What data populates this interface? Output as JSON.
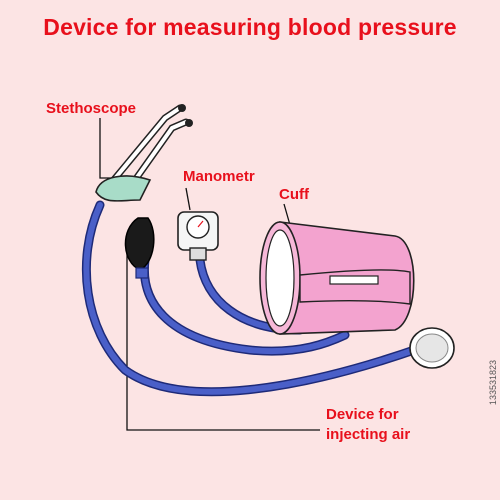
{
  "title": "Device for measuring blood pressure",
  "labels": {
    "stethoscope": "Stethoscope",
    "manometer": "Manometr",
    "cuff": "Cuff",
    "injector_line1": "Device for",
    "injector_line2": "injecting air"
  },
  "stock_id": "133531823",
  "colors": {
    "background": "#fce4e4",
    "label": "#e8101c",
    "tube": "#3f51b5",
    "cuff": "#f3a3cf",
    "bulb": "#1a1a1a",
    "chestpiece": "#a8dcc8"
  }
}
